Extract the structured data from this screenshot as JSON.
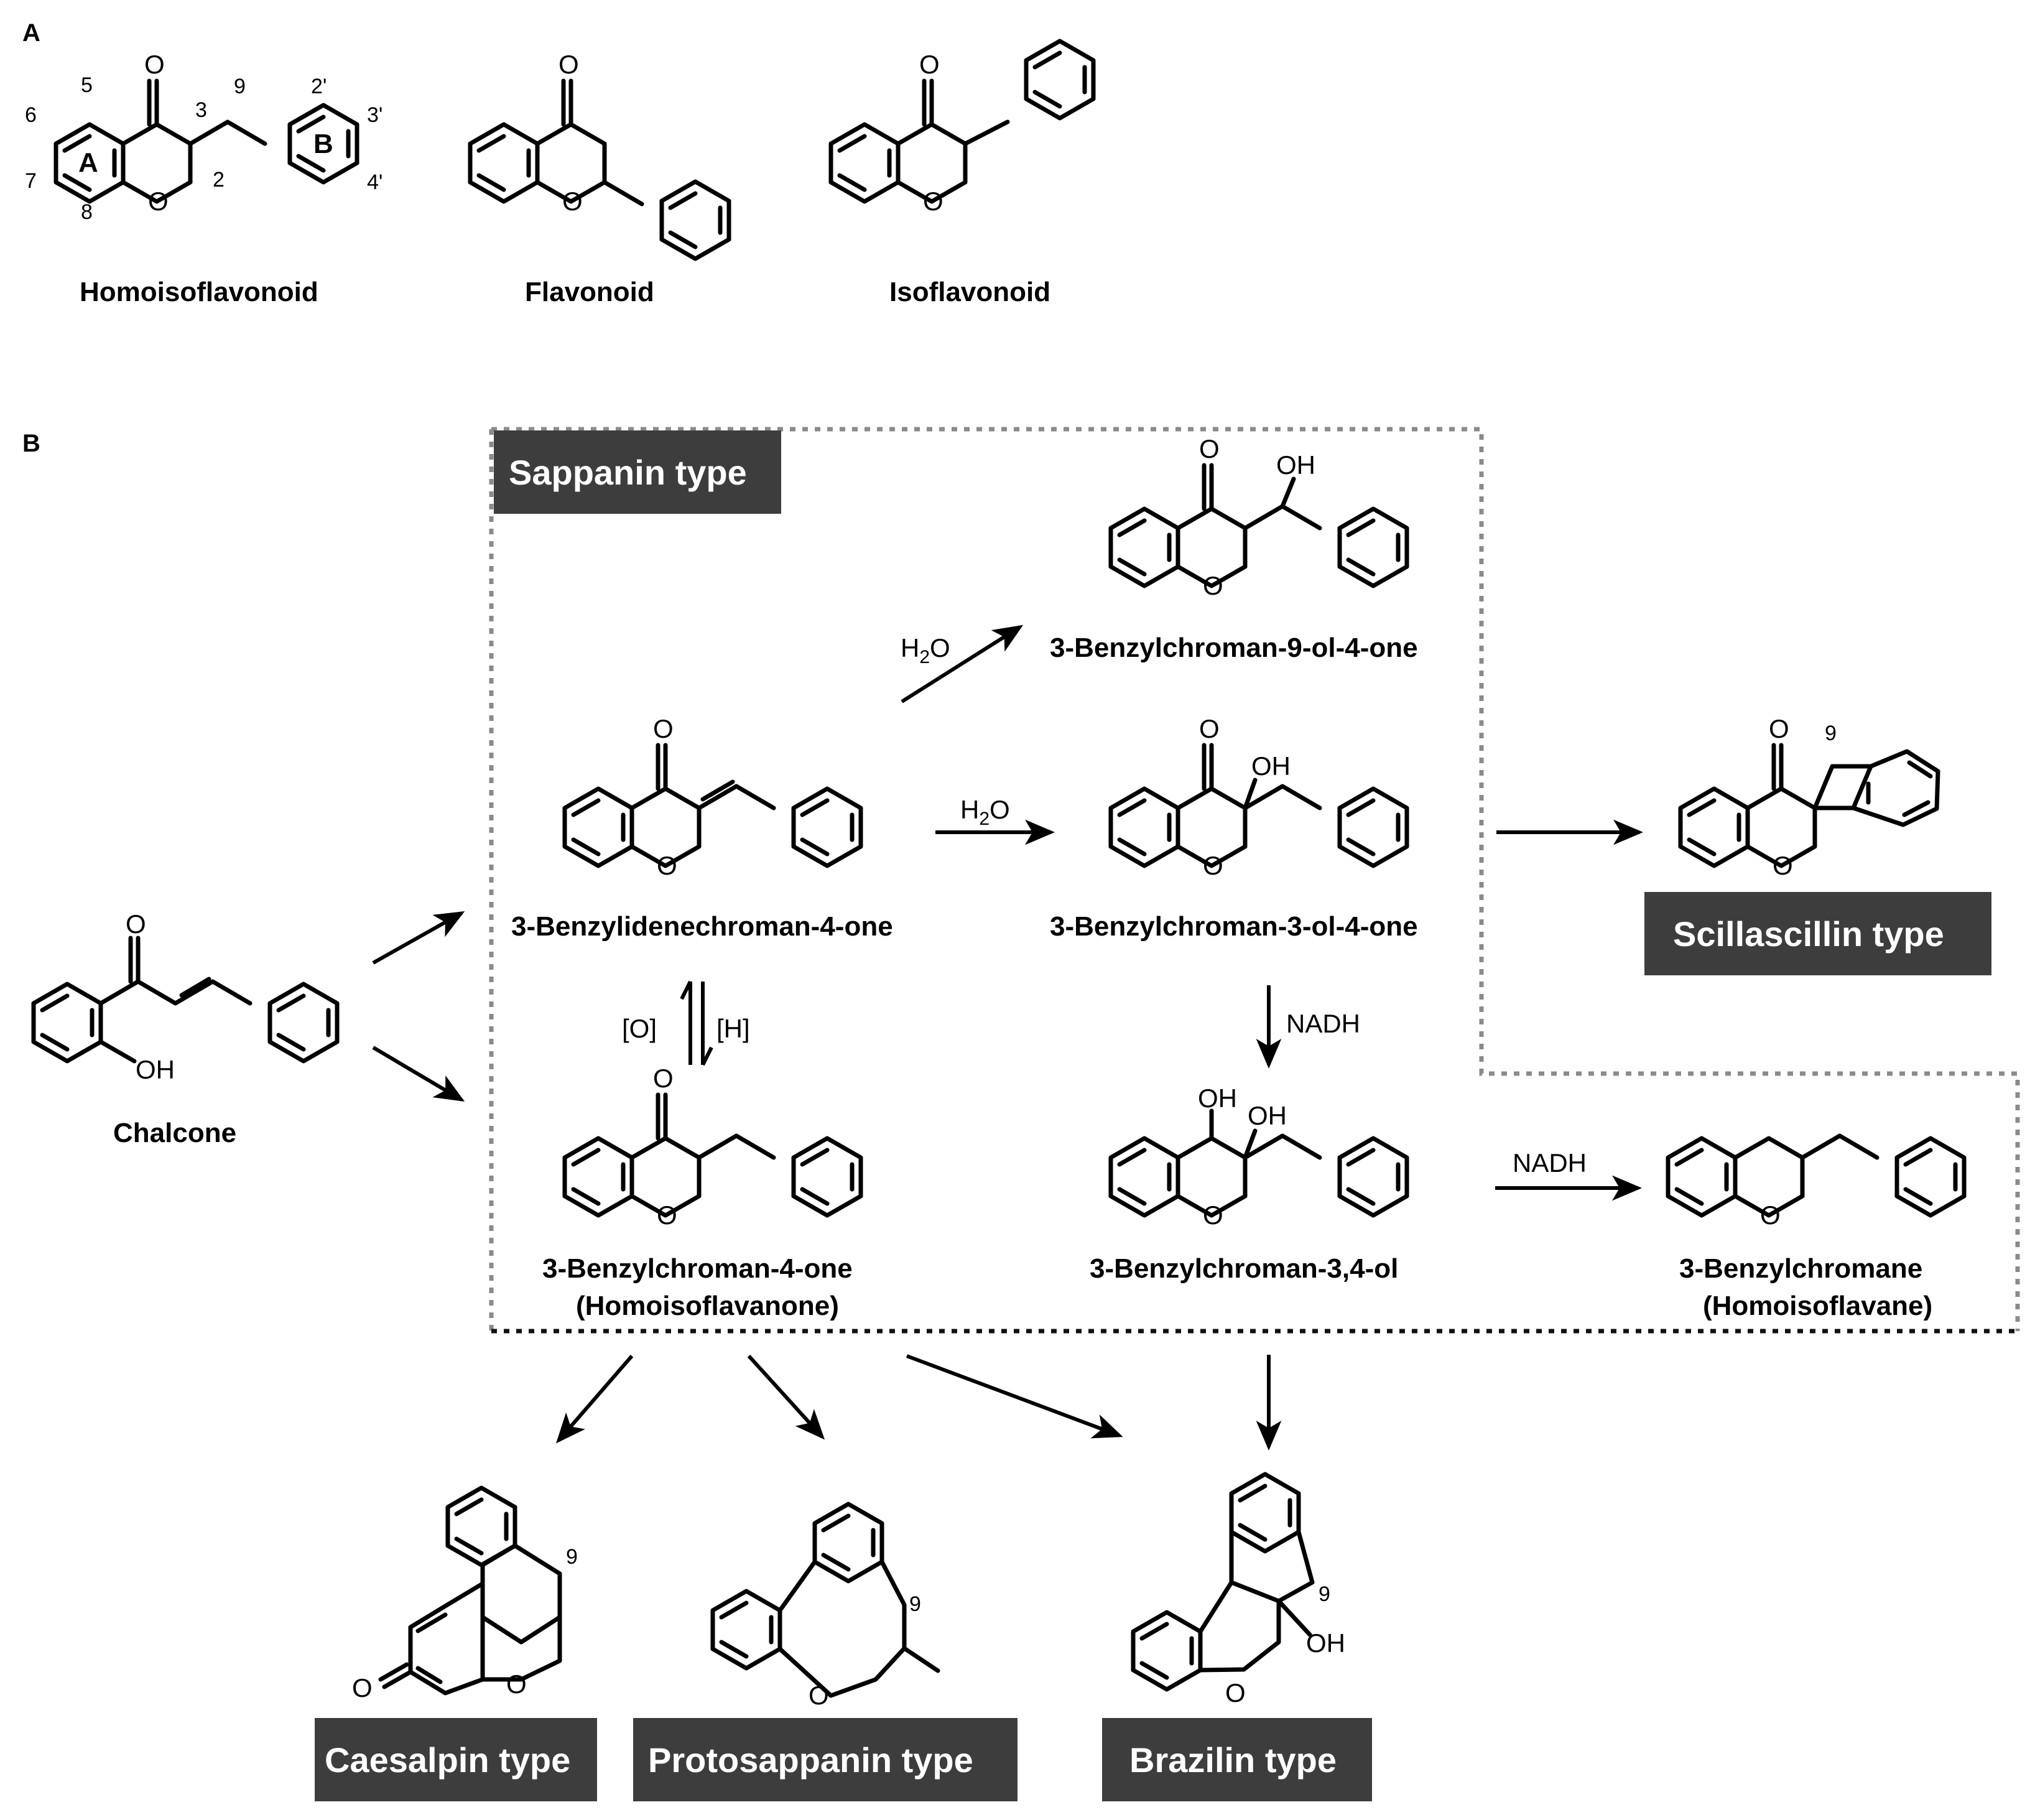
{
  "panels": {
    "a": "A",
    "b": "B"
  },
  "atoms": {
    "oxygen": "O",
    "hydroxyl": "OH"
  },
  "ring_labels": {
    "a": "A",
    "b": "B"
  },
  "numbering": {
    "n5": "5",
    "n6": "6",
    "n7": "7",
    "n8": "8",
    "n3": "3",
    "n2": "2",
    "n9": "9",
    "n2p": "2'",
    "n3p": "3'",
    "n4p": "4'"
  },
  "compounds": {
    "homoisoflavonoid": "Homoisoflavonoid",
    "flavonoid": "Flavonoid",
    "isoflavonoid": "Isoflavonoid",
    "chalcone": "Chalcone",
    "benzylidenechromanone": "3-Benzylidenechroman-4-one",
    "benzylchroman9ol": "3-Benzylchroman-9-ol-4-one",
    "benzylchroman3ol": "3-Benzylchroman-3-ol-4-one",
    "benzylchromanone": "3-Benzylchroman-4-one",
    "benzylchromanone_alt": "(Homoisoflavanone)",
    "benzylchromandiol": "3-Benzylchroman-3,4-ol",
    "benzylchromane": "3-Benzylchromane",
    "benzylchromane_alt": "(Homoisoflavane)"
  },
  "conditions": {
    "h2o_letter": "H",
    "h2o_sub": "2",
    "h2o_o": "O",
    "oxidation": "[O]",
    "reduction": "[H]",
    "nadh": "NADH"
  },
  "types": {
    "sappanin": "Sappanin type",
    "scillascillin": "Scillascillin type",
    "caesalpin": "Caesalpin type",
    "protosappanin": "Protosappanin type",
    "brazilin": "Brazilin type"
  },
  "colors": {
    "box_fill": "#3d3d3d",
    "box_text": "#ffffff",
    "dotted_border": "#8a8a8a"
  }
}
